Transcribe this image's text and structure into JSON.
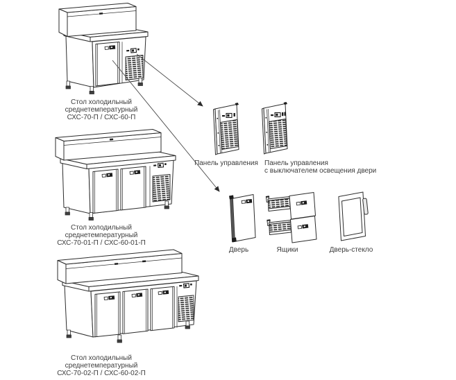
{
  "diagram": {
    "background": "#ffffff",
    "line_color": "#2b2b2b",
    "text_color": "#3c3c3c",
    "tables": [
      {
        "doors": 1,
        "label_lines": [
          "Стол холодильный",
          "среднетемпературный",
          "СХС-70-П / СХС-60-П"
        ]
      },
      {
        "doors": 2,
        "label_lines": [
          "Стол холодильный",
          "среднетемпературный",
          "СХС-70-01-П / СХС-60-01-П"
        ]
      },
      {
        "doors": 3,
        "label_lines": [
          "Стол холодильный",
          "среднетемпературный",
          "СХС-70-02-П / СХС-60-02-П"
        ]
      }
    ],
    "panels": [
      {
        "label_lines": [
          "Панель управления"
        ]
      },
      {
        "label_lines": [
          "Панель управления",
          "с выключателем освещения двери"
        ]
      }
    ],
    "components": [
      {
        "label": "Дверь"
      },
      {
        "label": "Ящики"
      },
      {
        "label": "Дверь-стекло"
      }
    ]
  }
}
